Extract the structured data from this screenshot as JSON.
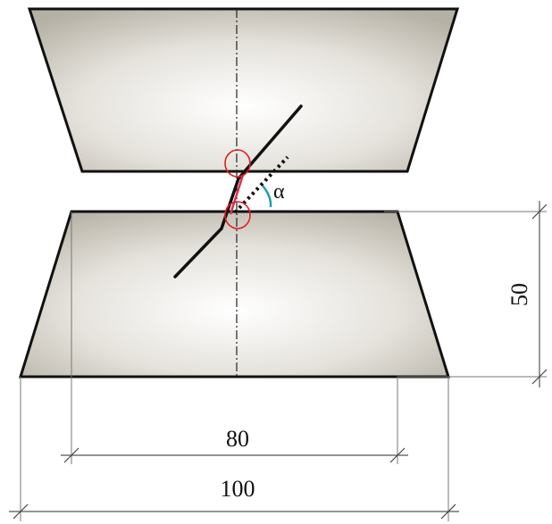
{
  "diagram": {
    "angle_symbol": "α",
    "dimensions": {
      "height_label": "50",
      "inner_width_label": "80",
      "outer_width_label": "100"
    },
    "colors": {
      "outline": "#111111",
      "fill_edge": "#b8b3a7",
      "fill_center": "#ffffff",
      "marker_circles": "#e02020",
      "crack_segment": "#d9304f",
      "angle_arc": "#1e9bb0",
      "dimension_lines": "#666666"
    }
  }
}
